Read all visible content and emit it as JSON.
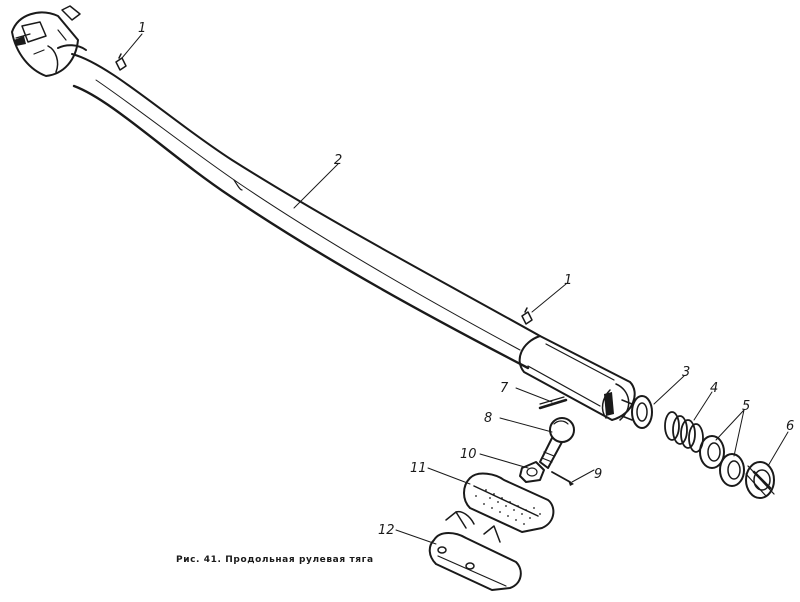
{
  "callouts": {
    "p1_top": "1",
    "p2": "2",
    "p1_mid": "1",
    "p3": "3",
    "p4": "4",
    "p5": "5",
    "p6": "6",
    "p7": "7",
    "p8": "8",
    "p9": "9",
    "p10": "10",
    "p11": "11",
    "p12": "12"
  },
  "caption": "Рис. 41. Продольная рулевая тяга"
}
